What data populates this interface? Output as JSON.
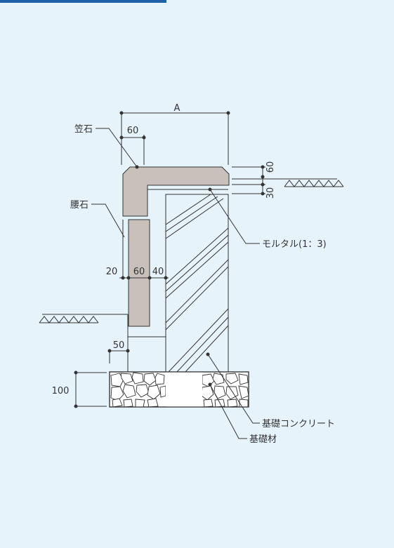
{
  "dimensions": {
    "a": "A",
    "cap_width": "60",
    "cap_height": "60",
    "mortar_height": "30",
    "gap_left": "20",
    "waist_width": "60",
    "backing_width": "40",
    "footing_offset": "50",
    "base_height": "100"
  },
  "labels": {
    "cap_stone": "笠石",
    "waist_stone": "腰石",
    "mortar": "モルタル(1：3)",
    "foundation_concrete": "基礎コンクリート",
    "foundation_material": "基礎材"
  },
  "colors": {
    "background": "#e6f3fb",
    "stone": "#c8c1bb",
    "line": "#333333",
    "header_bar": "#1f5fa8"
  }
}
